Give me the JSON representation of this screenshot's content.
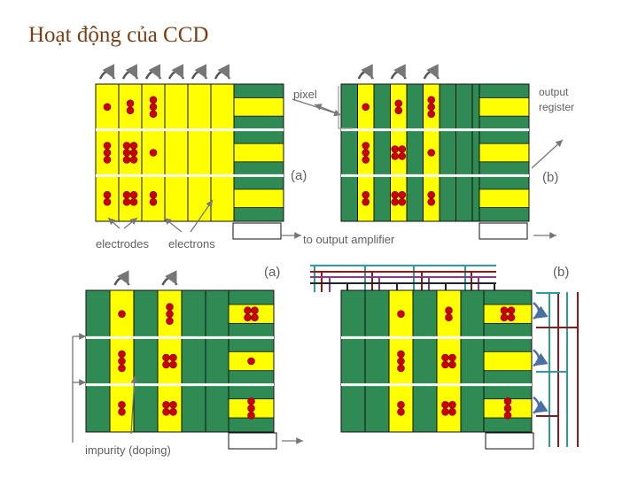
{
  "title": "Hoạt động của CCD",
  "labels": {
    "pixel": "pixel",
    "output_register": "output\nregister",
    "tag_a_top": "(a)",
    "tag_b_top": "(b)",
    "tag_a_bottom": "(a)",
    "tag_b_bottom": "(b)",
    "electrodes": "electrodes",
    "electrons": "electrons",
    "to_output_amplifier": "to output amplifier",
    "impurity": "impurity (doping)"
  },
  "colors": {
    "cell_green": "#2f8a53",
    "yellow": "#ffff00",
    "electron": "#cc0000",
    "title": "#7a3f12",
    "wire_teal": "#2a9d9d",
    "wire_dark_red": "#8b1a1a",
    "wire_purple": "#8a3a8a",
    "wire_black": "#222222",
    "arrow_blue": "#4a6fa5"
  },
  "icons": [
    "transfer-arrow-icon",
    "pointer-arrow-icon",
    "electron-dot-icon"
  ],
  "panels": [
    {
      "id": "top-left",
      "clocked_columns": [
        1,
        3,
        5
      ],
      "counts": [
        [
          1,
          2,
          3
        ],
        [
          3,
          6,
          1
        ],
        [
          2,
          4,
          2
        ]
      ],
      "register": [
        0,
        0,
        0
      ]
    },
    {
      "id": "top-right",
      "clocked_columns": [
        2,
        4,
        6
      ],
      "counts": [
        [
          1,
          2,
          3
        ],
        [
          3,
          4,
          1
        ],
        [
          2,
          4,
          2
        ]
      ],
      "register": [
        0,
        0,
        0
      ]
    },
    {
      "id": "bottom-left",
      "clocked_columns": [
        2,
        4
      ],
      "counts": [
        [
          1,
          3
        ],
        [
          3,
          4
        ],
        [
          2,
          4
        ]
      ],
      "register": [
        4,
        1,
        3
      ]
    },
    {
      "id": "bottom-right",
      "clocked_columns": [
        3,
        5
      ],
      "counts": [
        [
          1,
          2
        ],
        [
          3,
          4
        ],
        [
          2,
          4
        ]
      ],
      "register": [
        4,
        0,
        3
      ]
    }
  ]
}
